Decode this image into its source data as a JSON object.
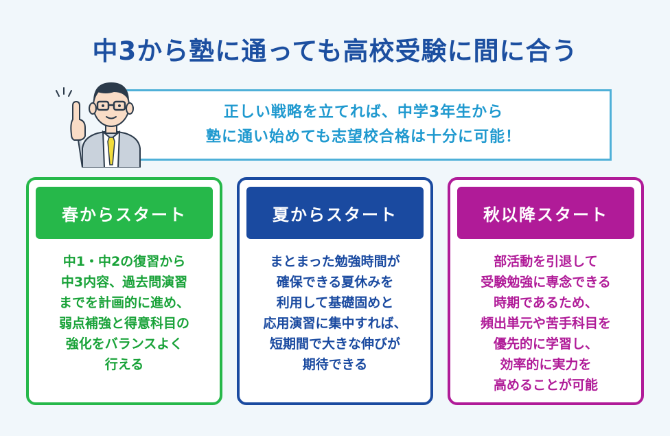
{
  "title": "中3から塾に通っても高校受験に間に合う",
  "banner": {
    "lines": [
      "正しい戦略を立てれば、中学3年生から",
      "塾に通い始めても志望校合格は十分に可能！"
    ]
  },
  "character": {
    "icon": "teacher-pointing-up-icon"
  },
  "cards": [
    {
      "heading": "春からスタート",
      "color": "#26b84a",
      "lines": [
        "中1・中2の復習から",
        "中3内容、過去問演習",
        "までを計画的に進め、",
        "弱点補強と得意科目の",
        "強化をバランスよく",
        "行える"
      ]
    },
    {
      "heading": "夏からスタート",
      "color": "#1a4aa0",
      "lines": [
        "まとまった勉強時間が",
        "確保できる夏休みを",
        "利用して基礎固めと",
        "応用演習に集中すれば、",
        "短期間で大きな伸びが",
        "期待できる"
      ]
    },
    {
      "heading": "秋以降スタート",
      "color": "#b01b98",
      "lines": [
        "部活動を引退して",
        "受験勉強に専念できる",
        "時期であるため、",
        "頻出単元や苦手科目を",
        "優先的に学習し、",
        "効率的に実力を",
        "高めることが可能"
      ]
    }
  ]
}
